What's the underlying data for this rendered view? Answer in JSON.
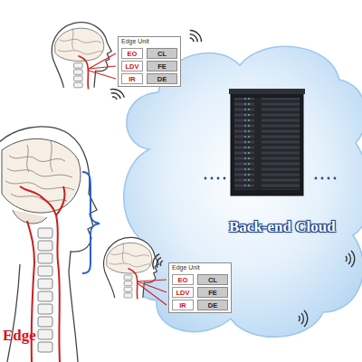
{
  "diagram": {
    "nodes": [
      {
        "text": [
          "Edge Unit"
        ]
      },
      {
        "text": [
          "EO"
        ],
        "in": 0
      },
      {
        "text": [
          "LDV"
        ],
        "in": 0
      },
      {
        "text": [
          "IR"
        ],
        "in": 0
      },
      {
        "text": [
          "CL"
        ],
        "in": 0
      },
      {
        "text": [
          "FE"
        ],
        "in": 0
      },
      {
        "text": [
          "DE"
        ],
        "in": 0
      },
      {
        "text": [
          "Back-end Cloud"
        ]
      },
      {
        "text": [
          "Edge Unit"
        ]
      },
      {
        "text": [
          "EO"
        ],
        "in": 8
      },
      {
        "text": [
          "LDV"
        ],
        "in": 8
      },
      {
        "text": [
          "IR"
        ],
        "in": 8
      },
      {
        "text": [
          "CL"
        ],
        "in": 8
      },
      {
        "text": [
          "FE"
        ],
        "in": 8
      },
      {
        "text": [
          "DE"
        ],
        "in": 8
      }
    ],
    "labels": [
      "Edge"
    ]
  }
}
